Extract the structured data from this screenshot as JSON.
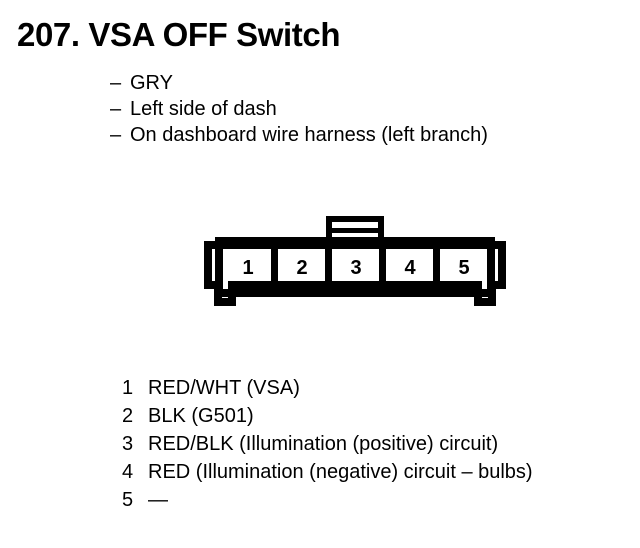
{
  "page": {
    "title": "207. VSA OFF Switch",
    "background_color": "#ffffff",
    "ink_color": "#000000"
  },
  "description": {
    "bullet_glyph": "–",
    "items": [
      "GRY",
      "Left side of dash",
      "On dashboard wire harness (left branch)"
    ]
  },
  "connector": {
    "name": "5-pin connector face view",
    "latch_label": "locking-tab",
    "pin_count": 5,
    "pin_numbers": [
      "1",
      "2",
      "3",
      "4",
      "5"
    ]
  },
  "pin_legend": {
    "rows": [
      {
        "pin": "1",
        "wire": "RED/WHT (VSA)"
      },
      {
        "pin": "2",
        "wire": "BLK (G501)"
      },
      {
        "pin": "3",
        "wire": "RED/BLK (Illumination (positive) circuit)"
      },
      {
        "pin": "4",
        "wire": "RED (Illumination (negative) circuit – bulbs)"
      },
      {
        "pin": "5",
        "wire": "—"
      }
    ]
  }
}
